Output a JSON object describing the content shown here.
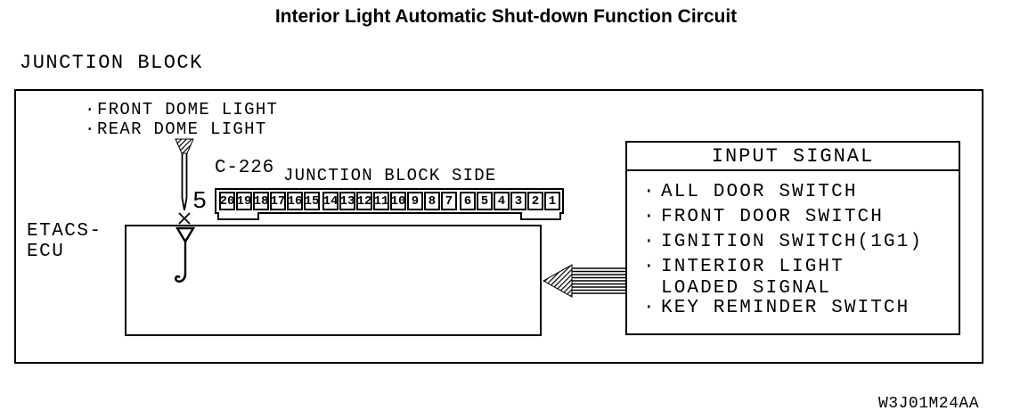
{
  "page": {
    "title": "Interior Light Automatic Shut-down Function Circuit",
    "doc_code": "W3J01M24AA"
  },
  "junction_block": {
    "label": "JUNCTION BLOCK",
    "dome_lights": [
      {
        "bullet": "·",
        "text": "FRONT DOME LIGHT"
      },
      {
        "bullet": "·",
        "text": "REAR DOME LIGHT"
      }
    ],
    "wire_pin": "5",
    "connector": {
      "id": "C-226",
      "side_label": "JUNCTION BLOCK SIDE",
      "pins": [
        {
          "n": "20",
          "gap_after": false
        },
        {
          "n": "19",
          "gap_after": false
        },
        {
          "n": "18",
          "gap_after": false
        },
        {
          "n": "17",
          "gap_after": false
        },
        {
          "n": "16",
          "gap_after": false
        },
        {
          "n": "15",
          "gap_after": true
        },
        {
          "n": "14",
          "gap_after": false
        },
        {
          "n": "13",
          "gap_after": false
        },
        {
          "n": "12",
          "gap_after": false
        },
        {
          "n": "11",
          "gap_after": false
        },
        {
          "n": "10",
          "gap_after": false
        },
        {
          "n": "9",
          "gap_after": false
        },
        {
          "n": "8",
          "gap_after": false
        },
        {
          "n": "7",
          "gap_after": true
        },
        {
          "n": "6",
          "gap_after": false
        },
        {
          "n": "5",
          "gap_after": false
        },
        {
          "n": "4",
          "gap_after": false
        },
        {
          "n": "3",
          "gap_after": false
        },
        {
          "n": "2",
          "gap_after": false
        },
        {
          "n": "1",
          "gap_after": false
        }
      ]
    },
    "ecu": {
      "label_lines": [
        "ETACS-",
        "ECU"
      ]
    }
  },
  "input_signal": {
    "header": "INPUT SIGNAL",
    "items": [
      {
        "bullet": "·",
        "text": "ALL DOOR SWITCH",
        "wrap": false
      },
      {
        "bullet": "·",
        "text": "FRONT DOOR SWITCH",
        "wrap": false
      },
      {
        "bullet": "·",
        "text": "IGNITION SWITCH(1G1)",
        "wrap": false
      },
      {
        "bullet": "·",
        "text": "INTERIOR LIGHT",
        "wrap": false
      },
      {
        "bullet": "",
        "text": "LOADED SIGNAL",
        "wrap": true
      },
      {
        "bullet": "·",
        "text": "KEY REMINDER SWITCH",
        "wrap": false
      }
    ]
  },
  "colors": {
    "ink": "#000000",
    "paper": "#ffffff"
  }
}
